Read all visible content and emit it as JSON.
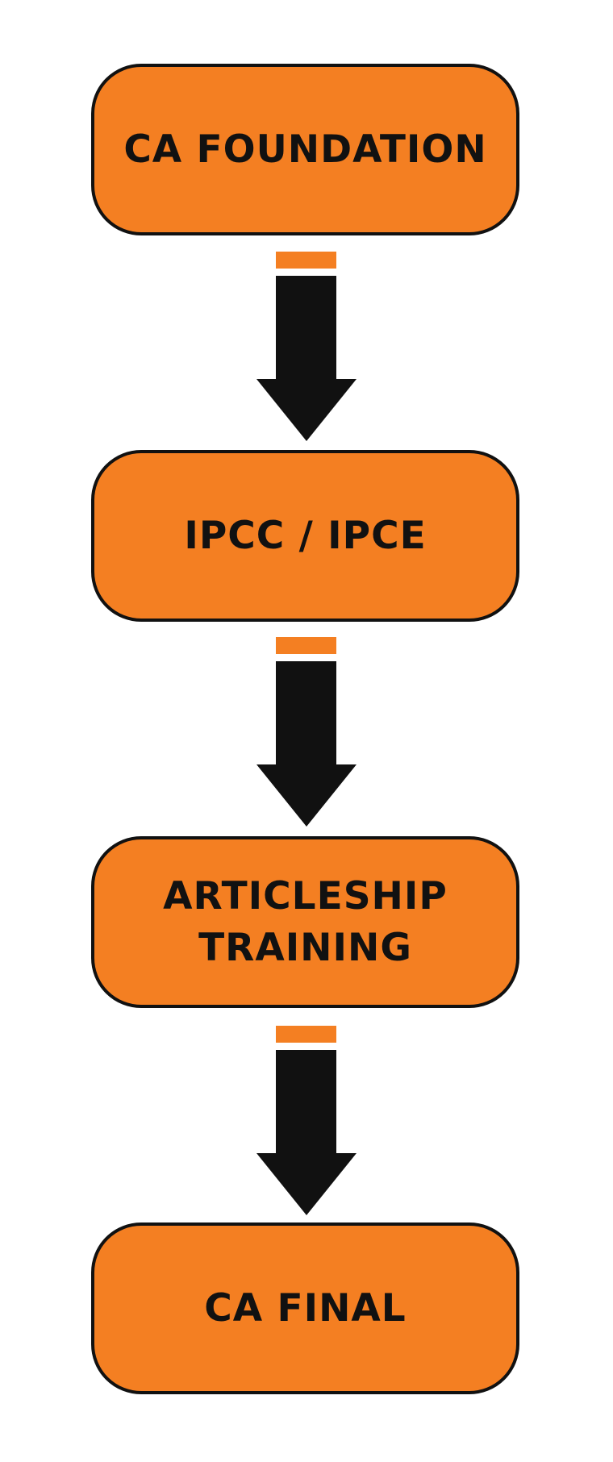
{
  "colors": {
    "box_fill": "#F47F22",
    "box_border": "#111111",
    "arrow": "#111111",
    "arrow_cap": "#F47F22",
    "text": "#111111",
    "background": "#FFFFFF"
  },
  "steps": [
    {
      "label_lines": [
        "CA FOUNDATION"
      ]
    },
    {
      "label_lines": [
        "IPCC / IPCE"
      ]
    },
    {
      "label_lines": [
        "ARTICLESHIP",
        "TRAINING"
      ]
    },
    {
      "label_lines": [
        "CA FINAL"
      ]
    }
  ],
  "connectors": [
    {
      "icon": "down-arrow-icon"
    },
    {
      "icon": "down-arrow-icon"
    },
    {
      "icon": "down-arrow-icon"
    }
  ]
}
